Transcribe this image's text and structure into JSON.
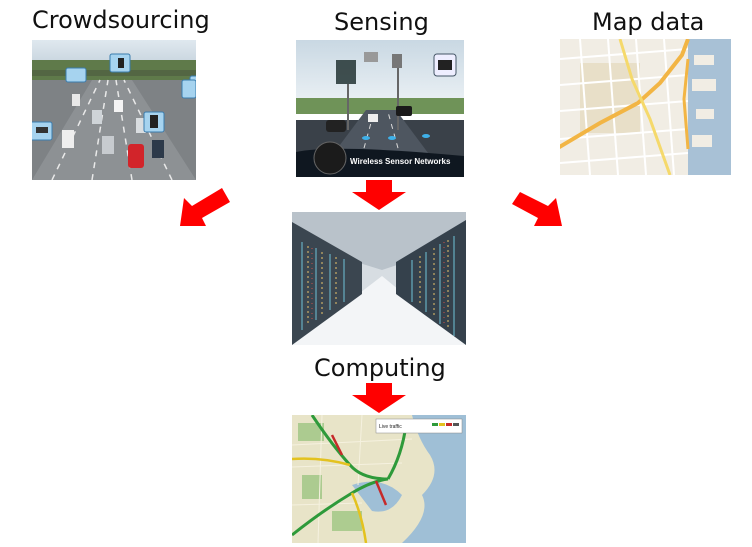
{
  "labels": {
    "crowdsourcing": "Crowdsourcing",
    "sensing": "Sensing",
    "map_data": "Map data",
    "computing": "Computing"
  },
  "sensing_panel": {
    "caption": "Wireless Sensor Networks"
  },
  "traffic_map": {
    "legend_title": "Live traffic"
  },
  "arrow_color": "#ff0000"
}
